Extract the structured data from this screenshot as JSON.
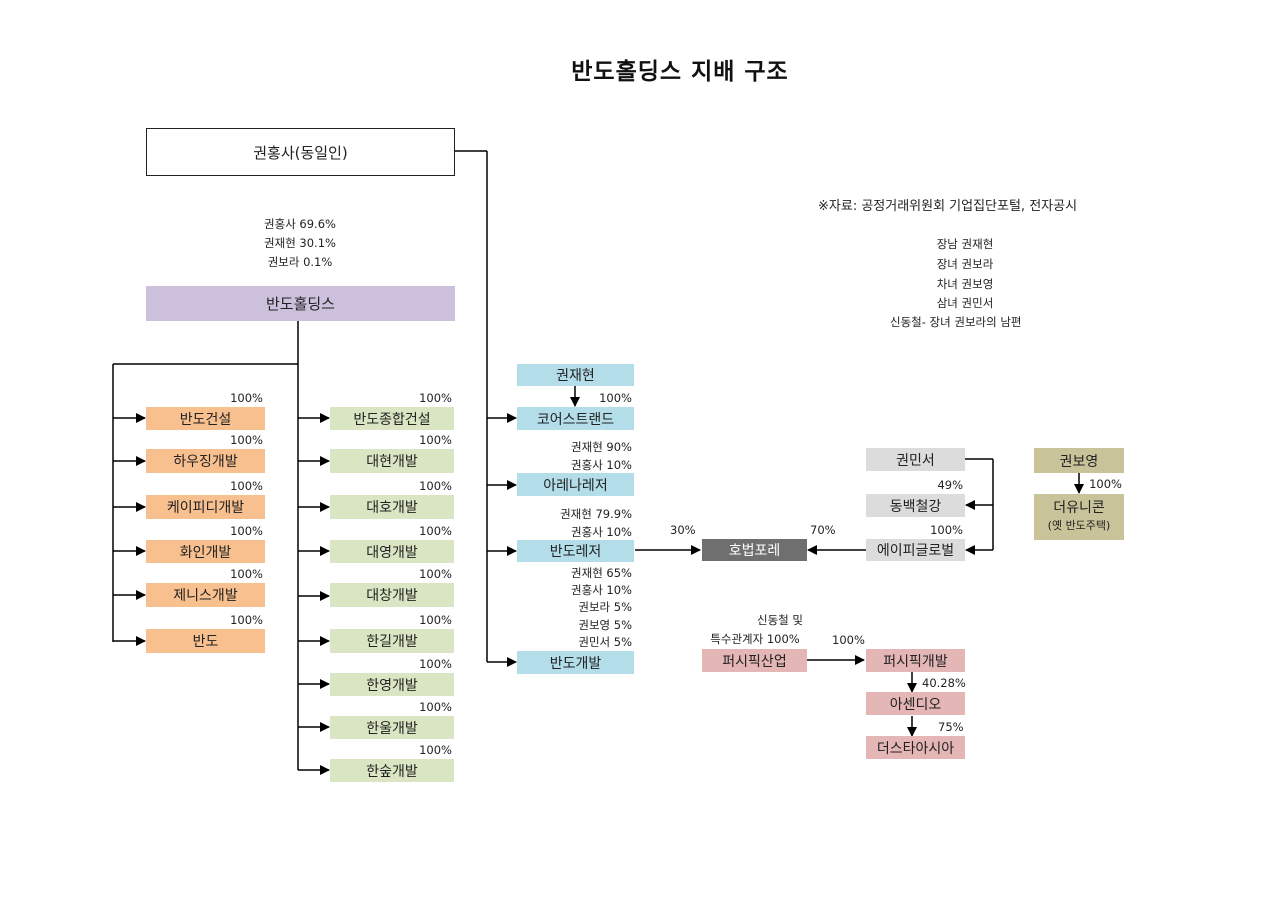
{
  "title": "반도홀딩스 지배  구조",
  "source_note": "※자료: 공정거래위원회 기업집단포털, 전자공시",
  "family_notes": [
    "장남 권재현",
    "장녀 권보라",
    "차녀 권보영",
    "삼녀 권민서",
    "신동철- 장녀 권보라의 남편"
  ],
  "owner": "권홍사(동일인)",
  "holdings_shareholders": [
    "권홍사 69.6%",
    "권재현 30.1%",
    "권보라 0.1%"
  ],
  "holdings": "반도홀딩스",
  "left_column": [
    {
      "name": "반도건설",
      "pct": "100%"
    },
    {
      "name": "하우징개발",
      "pct": "100%"
    },
    {
      "name": "케이피디개발",
      "pct": "100%"
    },
    {
      "name": "화인개발",
      "pct": "100%"
    },
    {
      "name": "제니스개발",
      "pct": "100%"
    },
    {
      "name": "반도",
      "pct": "100%"
    }
  ],
  "middle_column": [
    {
      "name": "반도종합건설",
      "pct": "100%"
    },
    {
      "name": "대현개발",
      "pct": "100%"
    },
    {
      "name": "대호개발",
      "pct": "100%"
    },
    {
      "name": "대영개발",
      "pct": "100%"
    },
    {
      "name": "대창개발",
      "pct": "100%"
    },
    {
      "name": "한길개발",
      "pct": "100%"
    },
    {
      "name": "한영개발",
      "pct": "100%"
    },
    {
      "name": "한울개발",
      "pct": "100%"
    },
    {
      "name": "한숲개발",
      "pct": "100%"
    }
  ],
  "blue_column": {
    "kwon_jaehyun": "권재현",
    "core_pct": "100%",
    "core": "코어스트랜드",
    "arena_owners": [
      "권재현 90%",
      "권홍사 10%"
    ],
    "arena": "아레나레저",
    "leisure_owners": [
      "권재현 79.9%",
      "권홍사 10%"
    ],
    "leisure": "반도레저",
    "dev_owners": [
      "권재현 65%",
      "권홍사 10%",
      "권보라 5%",
      "권보영 5%",
      "권민서 5%"
    ],
    "dev": "반도개발"
  },
  "hobeop": {
    "name": "호법포레",
    "pct_from_leisure": "30%",
    "pct_from_api": "70%"
  },
  "gray_group": {
    "minseo": "권민서",
    "dongbaek_pct": "49%",
    "dongbaek": "동백철강",
    "api_pct": "100%",
    "api": "에이피글로벌"
  },
  "khaki_group": {
    "boyoung": "권보영",
    "pct": "100%",
    "deunicorn": "더유니콘",
    "deunicorn_sub": "(옛 반도주택)"
  },
  "pacific_group": {
    "owner_note_1": "신동철 및",
    "owner_note_2": "특수관계자 100%",
    "sanup": "퍼시픽산업",
    "gaebal_pct": "100%",
    "gaebal": "퍼시픽개발",
    "ascendio_pct": "40.28%",
    "ascendio": "아센디오",
    "thesta_pct": "75%",
    "thesta": "더스타아시아"
  },
  "colors": {
    "orange": "#f8bf8f",
    "green": "#d9e5c3",
    "blue": "#b3dde9",
    "purple": "#cdc0dc",
    "gray": "#dcdcdc",
    "dark": "#6f6f6f",
    "pink": "#e4b6b6",
    "khaki": "#c9c39a"
  }
}
